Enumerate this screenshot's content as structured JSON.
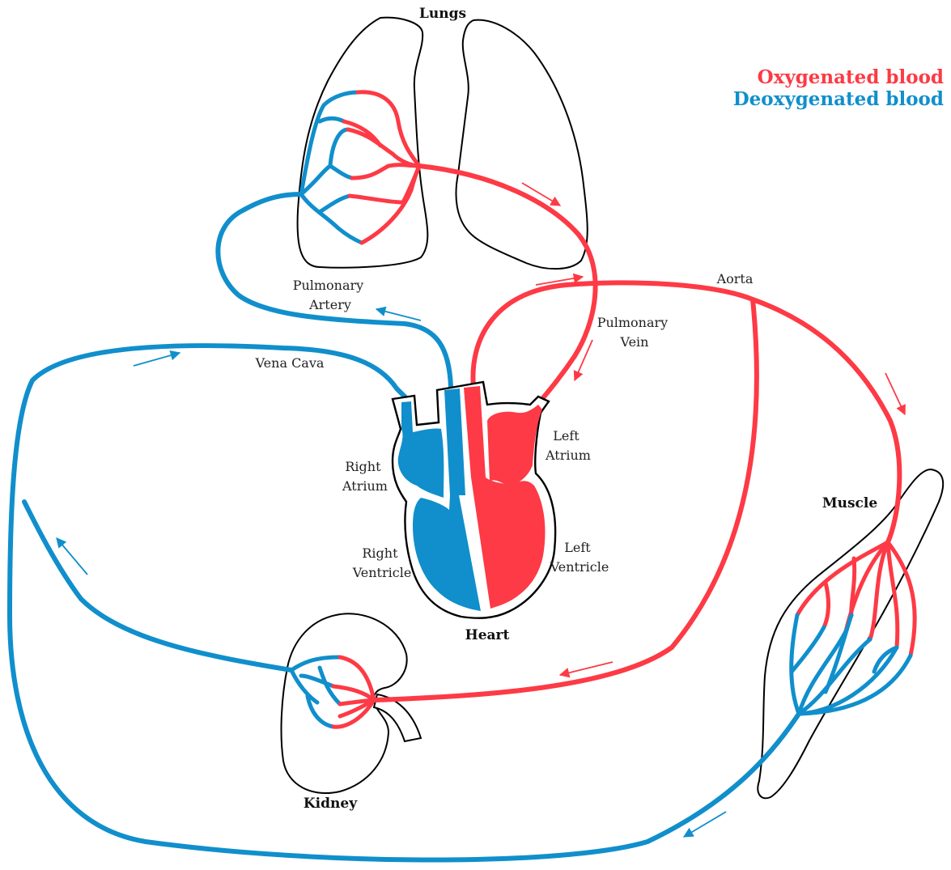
{
  "legend": {
    "oxygenated": "Oxygenated blood",
    "deoxygenated": "Deoxygenated blood"
  },
  "organs": {
    "lungs": "Lungs",
    "heart": "Heart",
    "kidney": "Kidney",
    "muscle": "Muscle"
  },
  "vessels": {
    "pulmonary_artery": [
      "Pulmonary",
      "Artery"
    ],
    "pulmonary_vein": [
      "Pulmonary",
      "Vein"
    ],
    "aorta": "Aorta",
    "vena_cava": "Vena Cava"
  },
  "chambers": {
    "right_atrium": [
      "Right",
      "Atrium"
    ],
    "left_atrium": [
      "Left",
      "Atrium"
    ],
    "right_ventricle": [
      "Right",
      "Ventricle"
    ],
    "left_ventricle": [
      "Left",
      "Ventricle"
    ]
  },
  "colors": {
    "oxygenated": "#fd3a45",
    "deoxygenated": "#108fcc",
    "outline": "#000000"
  }
}
